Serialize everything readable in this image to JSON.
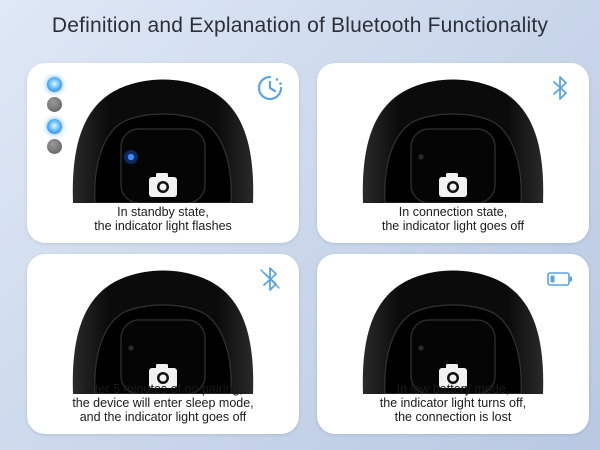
{
  "title": "Definition and Explanation of Bluetooth Functionality",
  "colors": {
    "accent": "#5aa3e6",
    "led": "#1f6fff",
    "device": "#111111"
  },
  "cards": [
    {
      "icon": "clock-icon",
      "led_on": true,
      "lines": [
        "In standby state,",
        "the indicator light flashes"
      ]
    },
    {
      "icon": "bluetooth-icon",
      "led_on": false,
      "lines": [
        "In connection state,",
        "the indicator light goes off"
      ]
    },
    {
      "icon": "bluetooth-off-icon",
      "led_on": false,
      "lines": [
        "After 5 minutes of no pairing,",
        "the device will enter sleep mode,",
        "and the indicator light goes off"
      ]
    },
    {
      "icon": "low-battery-icon",
      "led_on": false,
      "lines": [
        "In low battery mode,",
        "the indicator light turns off,",
        "the connection is lost"
      ]
    }
  ]
}
